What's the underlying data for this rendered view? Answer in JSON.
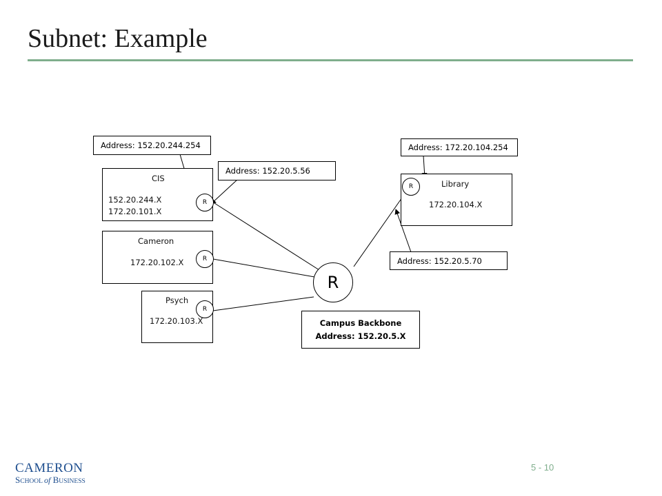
{
  "title": "Subnet: Example",
  "networks": {
    "cis": {
      "name": "CIS",
      "addr1": "152.20.244.X",
      "addr2": "172.20.101.X"
    },
    "cameron": {
      "name": "Cameron",
      "addr": "172.20.102.X"
    },
    "psych": {
      "name": "Psych",
      "addr": "172.20.103.X"
    },
    "library": {
      "name": "Library",
      "addr": "172.20.104.X"
    }
  },
  "callouts": {
    "cis_router": "Address: 152.20.244.254",
    "cis_backbone": "Address: 152.20.5.56",
    "library_router": "Address: 172.20.104.254",
    "library_backbone": "Address: 152.20.5.70"
  },
  "router_label": "R",
  "main_router_label": "R",
  "backbone": {
    "line1": "Campus Backbone",
    "line2": "Address: 152.20.5.X"
  },
  "page_number": "5 - 10",
  "logo": {
    "line1": "CAMERON",
    "line2_a": "S",
    "line2_b": "CHOOL ",
    "line2_c": "of",
    "line2_d": " B",
    "line2_e": "USINESS",
    "color": "#1f4f8f"
  },
  "colors": {
    "accent": "#7fae8c"
  }
}
